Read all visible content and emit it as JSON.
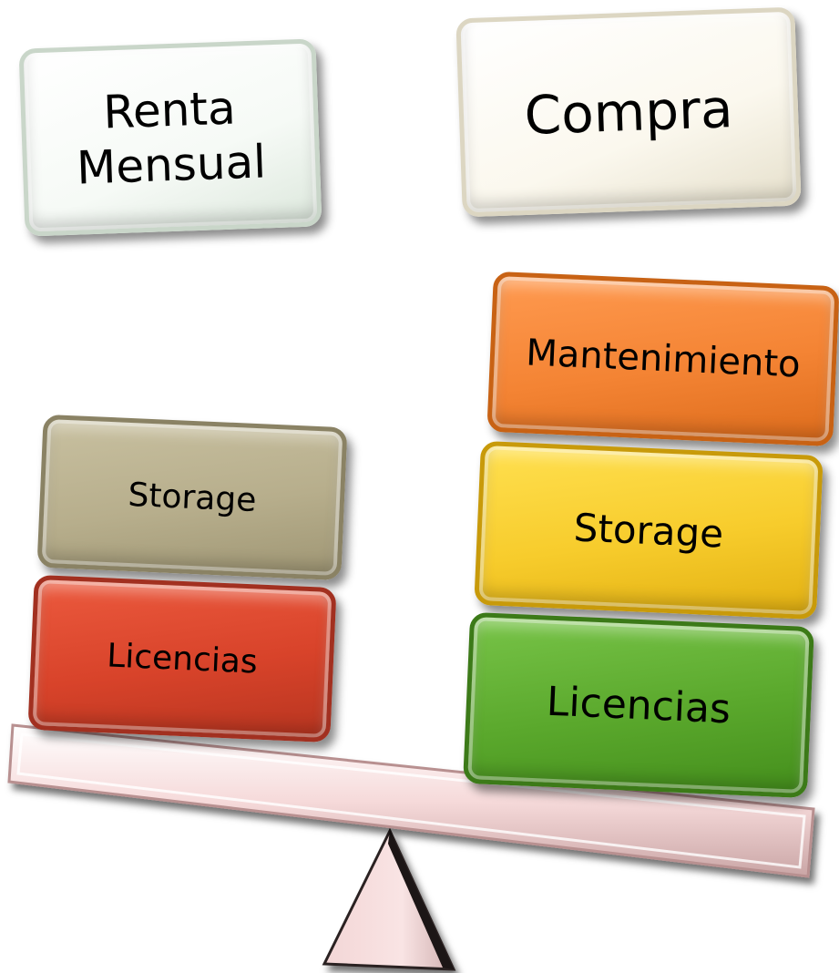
{
  "headers": {
    "left_line1": "Renta",
    "left_line2": "Mensual",
    "right": "Compra"
  },
  "left_stack": {
    "storage": "Storage",
    "licencias": "Licencias"
  },
  "right_stack": {
    "mantenimiento": "Mantenimiento",
    "storage": "Storage",
    "licencias": "Licencias"
  },
  "colors": {
    "left_storage": "#b7ae8c",
    "left_licencias": "#d8432a",
    "right_mantenimiento": "#f48434",
    "right_storage": "#f7cc2c",
    "right_licencias": "#5aa82c",
    "beam": "#f8dede"
  }
}
